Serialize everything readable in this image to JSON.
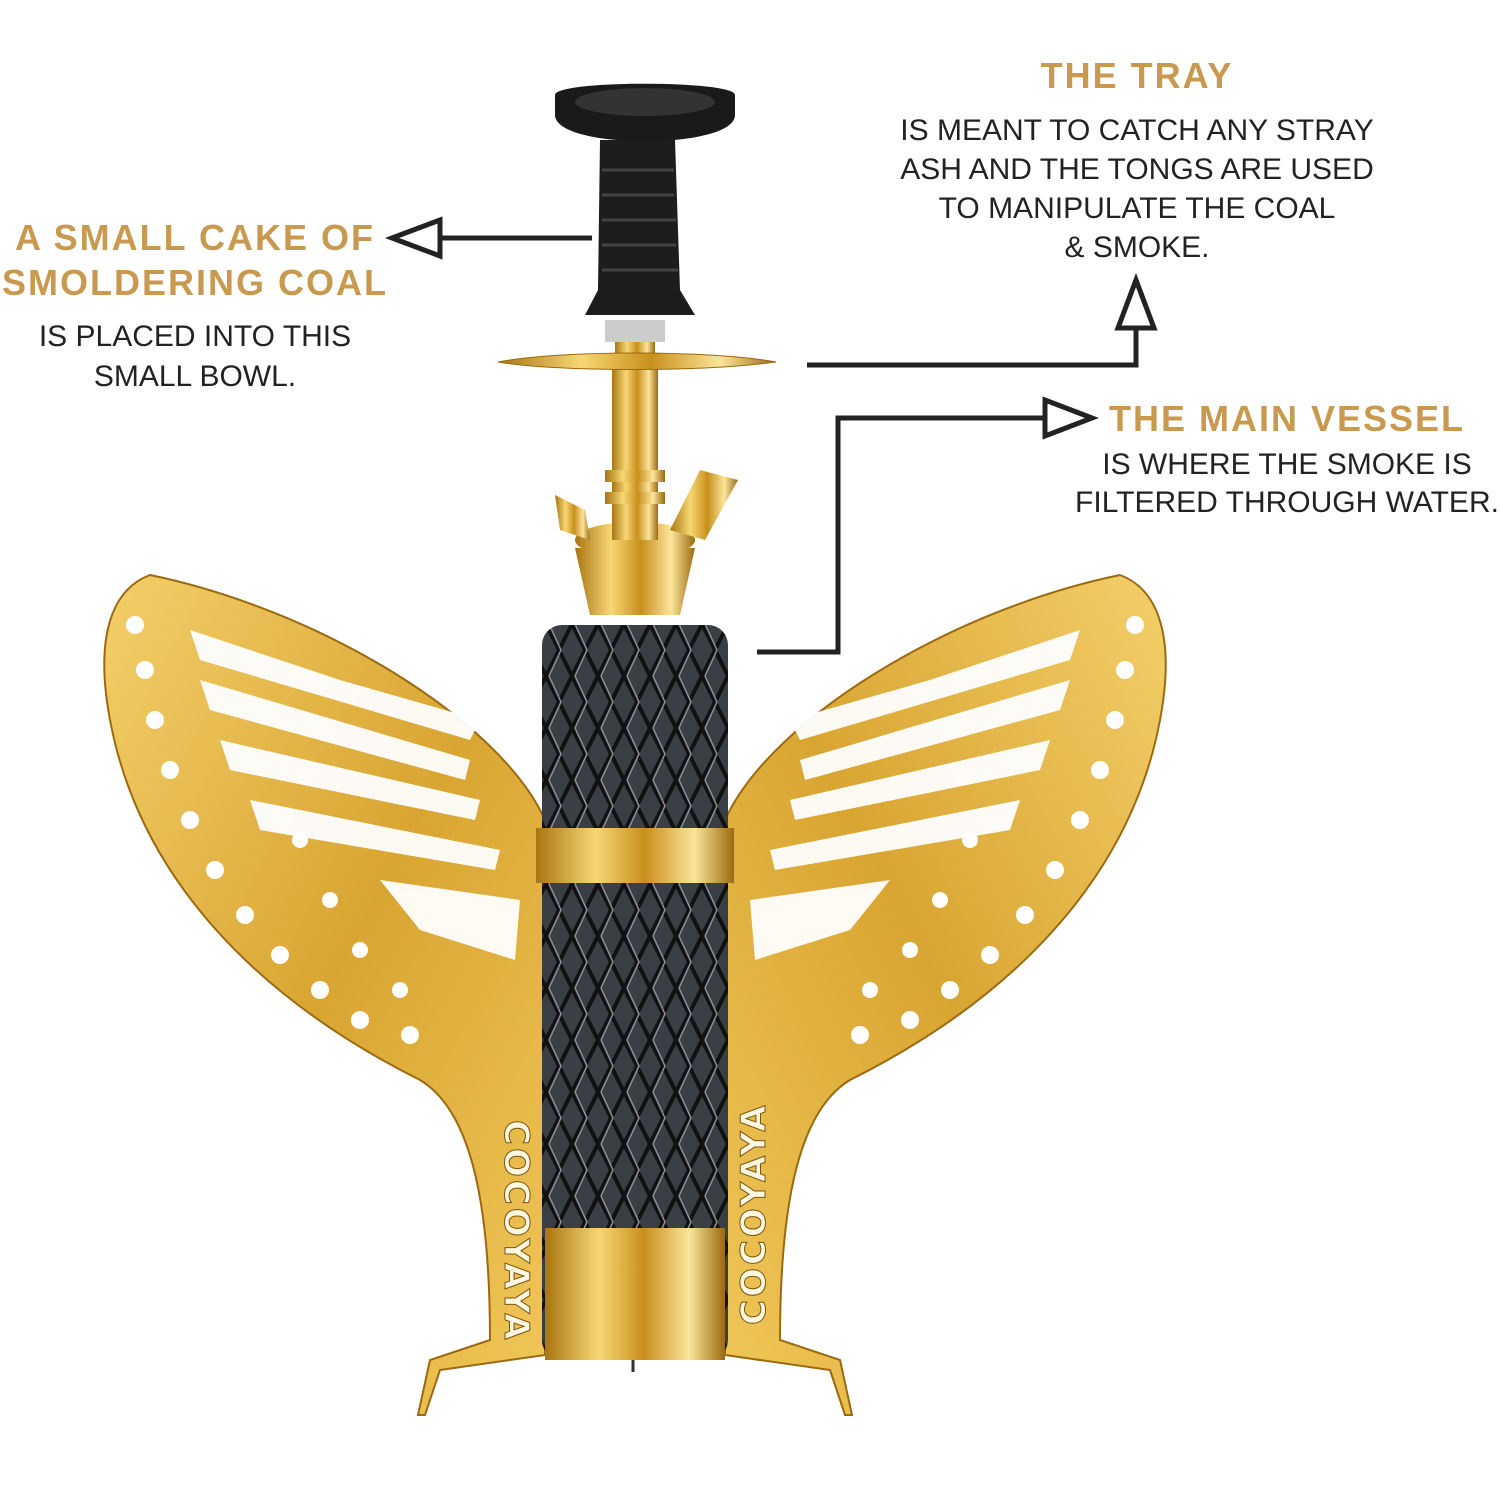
{
  "callouts": {
    "bowl": {
      "title_lines": [
        "A SMALL CAKE OF",
        "SMOLDERING COAL"
      ],
      "body_lines": [
        "IS PLACED INTO THIS",
        "SMALL BOWL."
      ]
    },
    "tray": {
      "title": "THE TRAY",
      "body_lines": [
        "IS MEANT TO CATCH ANY STRAY",
        "ASH AND THE TONGS ARE USED",
        "TO MANIPULATE THE COAL",
        "& SMOKE."
      ]
    },
    "vessel": {
      "title": "THE MAIN VESSEL",
      "body_lines": [
        "IS WHERE THE SMOKE IS",
        "FILTERED THROUGH WATER."
      ]
    }
  },
  "product": {
    "brand_logo": "COCOYAYA"
  },
  "colors": {
    "title": "#c9994f",
    "text": "#222222",
    "arrow": "#222222",
    "gold": "#e0b33a",
    "vessel": "#2c3036"
  }
}
